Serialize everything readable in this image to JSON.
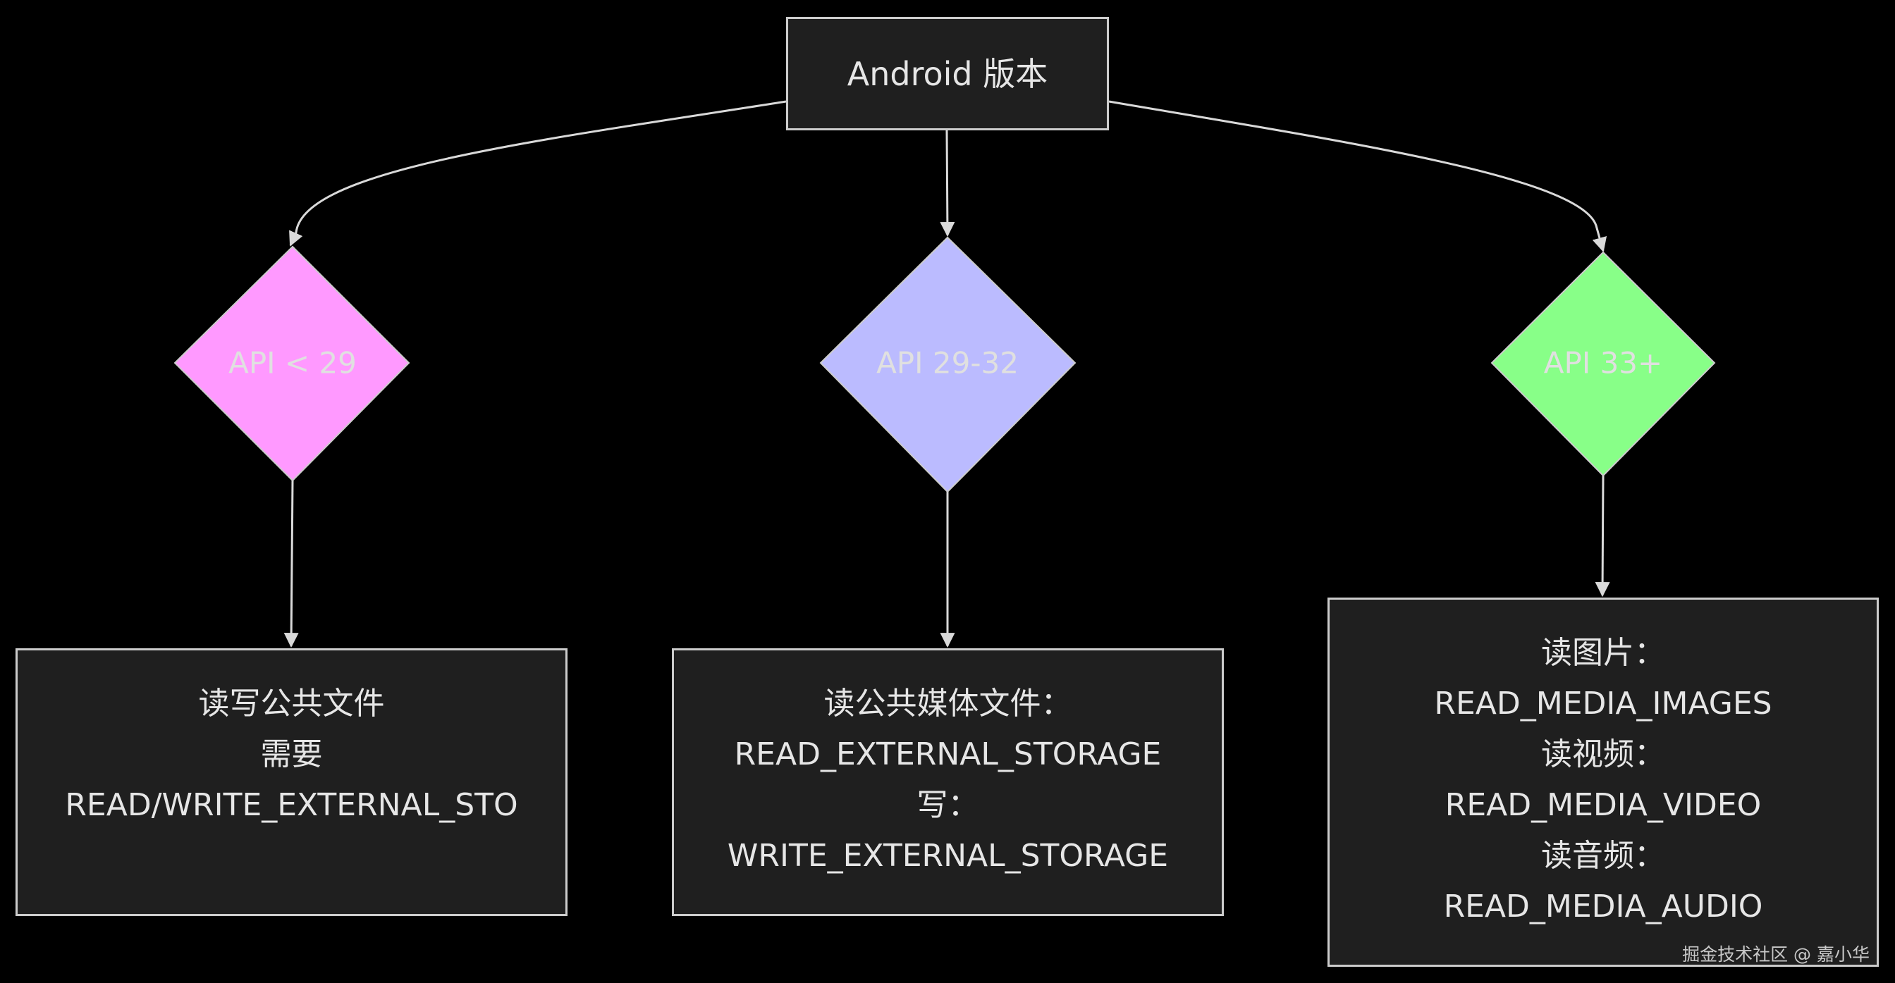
{
  "root": {
    "label": "Android 版本"
  },
  "branches": [
    {
      "condition": "API < 29",
      "color": "#ff99ff",
      "lines": [
        "读写公共文件",
        "需要",
        "READ/WRITE_EXTERNAL_STO"
      ]
    },
    {
      "condition": "API 29-32",
      "color": "#bbbbff",
      "lines": [
        "读公共媒体文件：",
        "READ_EXTERNAL_STORAGE",
        "写：",
        "WRITE_EXTERNAL_STORAGE"
      ]
    },
    {
      "condition": "API 33+",
      "color": "#88ff88",
      "lines": [
        "读图片：",
        "READ_MEDIA_IMAGES",
        "读视频：",
        "READ_MEDIA_VIDEO",
        "读音频：",
        "READ_MEDIA_AUDIO"
      ]
    }
  ],
  "colors": {
    "background": "#000000",
    "node_fill": "#1f1f1f",
    "node_border": "#cccccc",
    "edge": "#d9d9d9"
  },
  "watermark": "掘金技术社区 @ 嘉小华"
}
